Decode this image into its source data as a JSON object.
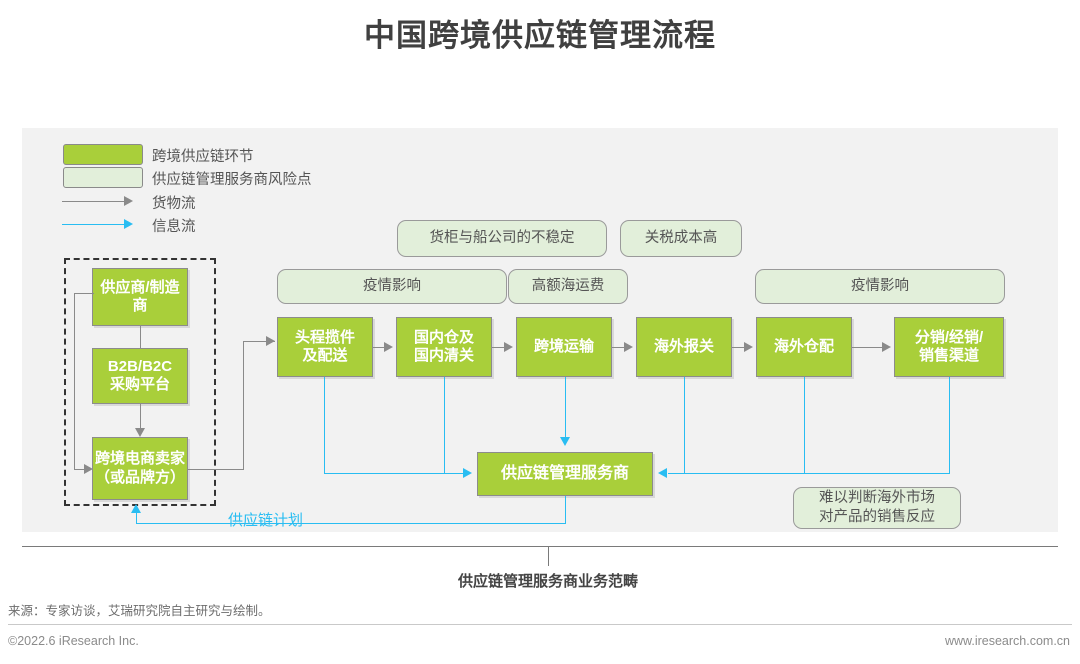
{
  "page": {
    "title": "中国跨境供应链管理流程",
    "source": "来源：专家访谈，艾瑞研究院自主研究与绘制。",
    "copyright": "©2022.6 iResearch Inc.",
    "website": "www.iresearch.com.cn",
    "bracket_label": "供应链管理服务商业务范畴",
    "plan_label": "供应链计划"
  },
  "colors": {
    "node_green": "#a9cf3a",
    "risk_green": "#e2efda",
    "goods_flow": "#8a8a8a",
    "info_flow": "#29bdf2",
    "panel_bg": "#f2f2f2",
    "title": "#404040"
  },
  "legend": {
    "items": [
      {
        "type": "swatch-solid",
        "label": "跨境供应链环节"
      },
      {
        "type": "swatch-light",
        "label": "供应链管理服务商风险点"
      },
      {
        "type": "arrow-gray",
        "label": "货物流"
      },
      {
        "type": "arrow-blue",
        "label": "信息流"
      }
    ]
  },
  "upstream": {
    "nodes": [
      {
        "id": "supplier",
        "label": "供应商/制造商"
      },
      {
        "id": "platform",
        "label": "B2B/B2C\n采购平台"
      },
      {
        "id": "seller",
        "label": "跨境电商卖家（或品牌方）"
      }
    ]
  },
  "process": {
    "nodes": [
      {
        "id": "first-mile",
        "label": "头程揽件\n及配送"
      },
      {
        "id": "domestic-warehouse",
        "label": "国内仓及\n国内清关"
      },
      {
        "id": "cross-border-transport",
        "label": "跨境运输"
      },
      {
        "id": "overseas-declaration",
        "label": "海外报关"
      },
      {
        "id": "overseas-warehouse",
        "label": "海外仓配"
      },
      {
        "id": "distribution",
        "label": "分销/经销/\n销售渠道"
      }
    ]
  },
  "hub": {
    "label": "供应链管理服务商"
  },
  "risks": [
    {
      "id": "risk-container",
      "label": "货柜与船公司的不稳定"
    },
    {
      "id": "risk-tariff",
      "label": "关税成本高"
    },
    {
      "id": "risk-epidemic-left",
      "label": "疫情影响"
    },
    {
      "id": "risk-freight",
      "label": "高额海运费"
    },
    {
      "id": "risk-epidemic-right",
      "label": "疫情影响"
    },
    {
      "id": "risk-market",
      "label": "难以判断海外市场\n对产品的销售反应"
    }
  ]
}
